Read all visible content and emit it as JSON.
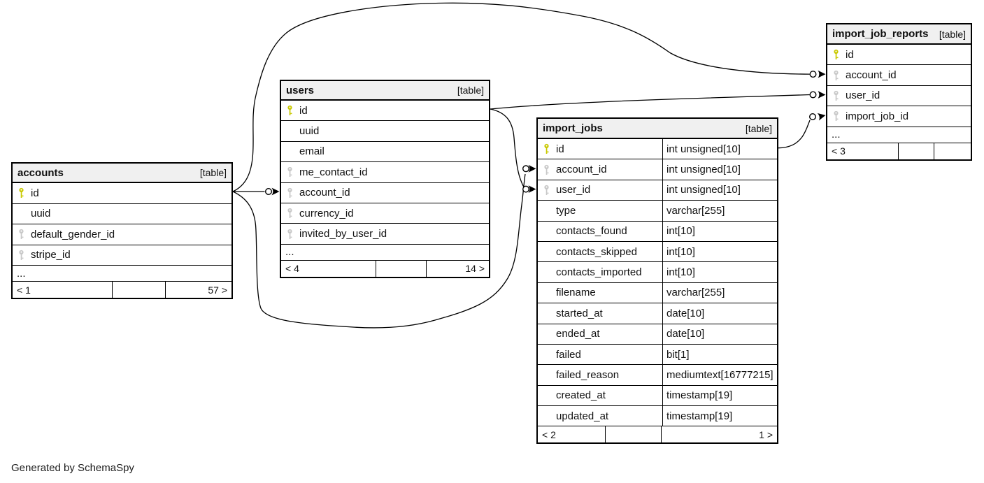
{
  "credit": "Generated by SchemaSpy",
  "colors": {
    "primary_key": "#c9c900",
    "foreign_key": "#c8c8c8",
    "header_bg": "#f0f0f0",
    "line": "#000000"
  },
  "tables": [
    {
      "name": "accounts",
      "badge": "[table]",
      "rows": [
        {
          "name": "id",
          "key": "primary"
        },
        {
          "name": "uuid",
          "key": "none"
        },
        {
          "name": "default_gender_id",
          "key": "foreign"
        },
        {
          "name": "stripe_id",
          "key": "foreign"
        }
      ],
      "ellipsis": "...",
      "footer": {
        "left": "< 1",
        "center": "",
        "right": "57 >"
      }
    },
    {
      "name": "users",
      "badge": "[table]",
      "rows": [
        {
          "name": "id",
          "key": "primary"
        },
        {
          "name": "uuid",
          "key": "none"
        },
        {
          "name": "email",
          "key": "none"
        },
        {
          "name": "me_contact_id",
          "key": "foreign"
        },
        {
          "name": "account_id",
          "key": "foreign"
        },
        {
          "name": "currency_id",
          "key": "foreign"
        },
        {
          "name": "invited_by_user_id",
          "key": "foreign"
        }
      ],
      "ellipsis": "...",
      "footer": {
        "left": "< 4",
        "center": "",
        "right": "14 >"
      }
    },
    {
      "name": "import_jobs",
      "badge": "[table]",
      "rows": [
        {
          "name": "id",
          "type": "int unsigned[10]",
          "key": "primary"
        },
        {
          "name": "account_id",
          "type": "int unsigned[10]",
          "key": "foreign"
        },
        {
          "name": "user_id",
          "type": "int unsigned[10]",
          "key": "foreign"
        },
        {
          "name": "type",
          "type": "varchar[255]",
          "key": "none"
        },
        {
          "name": "contacts_found",
          "type": "int[10]",
          "key": "none"
        },
        {
          "name": "contacts_skipped",
          "type": "int[10]",
          "key": "none"
        },
        {
          "name": "contacts_imported",
          "type": "int[10]",
          "key": "none"
        },
        {
          "name": "filename",
          "type": "varchar[255]",
          "key": "none"
        },
        {
          "name": "started_at",
          "type": "date[10]",
          "key": "none"
        },
        {
          "name": "ended_at",
          "type": "date[10]",
          "key": "none"
        },
        {
          "name": "failed",
          "type": "bit[1]",
          "key": "none"
        },
        {
          "name": "failed_reason",
          "type": "mediumtext[16777215]",
          "key": "none"
        },
        {
          "name": "created_at",
          "type": "timestamp[19]",
          "key": "none"
        },
        {
          "name": "updated_at",
          "type": "timestamp[19]",
          "key": "none"
        }
      ],
      "footer": {
        "left": "< 2",
        "center": "",
        "right": "1 >"
      }
    },
    {
      "name": "import_job_reports",
      "badge": "[table]",
      "rows": [
        {
          "name": "id",
          "key": "primary"
        },
        {
          "name": "account_id",
          "key": "foreign"
        },
        {
          "name": "user_id",
          "key": "foreign"
        },
        {
          "name": "import_job_id",
          "key": "foreign"
        }
      ],
      "ellipsis": "...",
      "footer": {
        "left": "< 3",
        "center": "",
        "right": ""
      }
    }
  ],
  "relationships": [
    {
      "from": "accounts.id",
      "to": "users.account_id"
    },
    {
      "from": "accounts.id",
      "to": "import_jobs.account_id"
    },
    {
      "from": "accounts.id",
      "to": "import_job_reports.account_id"
    },
    {
      "from": "users.id",
      "to": "import_jobs.user_id"
    },
    {
      "from": "users.id",
      "to": "import_job_reports.user_id"
    },
    {
      "from": "import_jobs.id",
      "to": "import_job_reports.import_job_id"
    }
  ]
}
